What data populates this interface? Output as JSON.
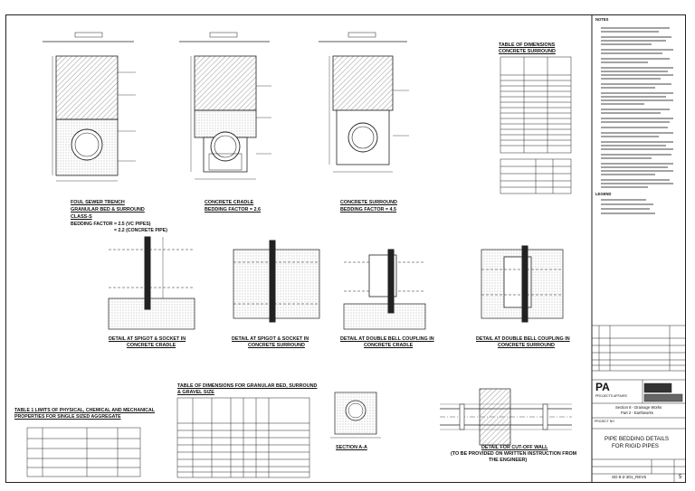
{
  "drawing": {
    "sections": [
      {
        "title": "FOUL SEWER TRENCH",
        "sub1": "GRANULAR BED & SURROUND",
        "sub2": "CLASS-S",
        "factor_label": "BEDDING FACTOR",
        "factor_values": [
          "= 2.5 (VC PIPES)",
          "= 2.2 (CONCRETE PIPE)"
        ]
      },
      {
        "title": "CONCRETE CRADLE",
        "sub1": "BEDDING FACTOR = 2.6"
      },
      {
        "title": "CONCRETE SURROUND",
        "sub1": "BEDDING FACTOR = 4.5"
      }
    ],
    "details": [
      {
        "line1": "DETAIL AT SPIGOT & SOCKET IN",
        "line2": "CONCRETE CRADLE"
      },
      {
        "line1": "DETAIL AT SPIGOT & SOCKET IN",
        "line2": "CONCRETE SURROUND"
      },
      {
        "line1": "DETAIL AT DOUBLE BELL COUPLING IN",
        "line2": "CONCRETE CRADLE"
      },
      {
        "line1": "DETAIL AT DOUBLE BELL COUPLING IN",
        "line2": "CONCRETE SURROUND"
      }
    ],
    "section_aa": "SECTION A-A",
    "cutoff": {
      "line1": "DETAIL FOR CUT-OFF WALL",
      "line2": "(TO BE PROVIDED ON WRITTEN INSTRUCTION FROM",
      "line3": "THE ENGINEER)"
    },
    "table_concrete": {
      "title1": "TABLE OF DIMENSIONS",
      "title2": "CONCRETE SURROUND"
    },
    "table_granular": {
      "title1": "TABLE OF DIMENSIONS FOR GRANULAR BED, SURROUND",
      "title2": "& GRAVEL SIZE"
    },
    "table_limits": {
      "title1": "TABLE 1 LIMITS OF PHYSICAL, CHEMICAL AND MECHANICAL",
      "title2": "PROPERTIES FOR SINGLE SIZED AGGREGATE"
    },
    "notes_header": "NOTES",
    "legend_header": "LEGEND"
  },
  "title_block": {
    "org_lines": [
      "PA",
      "PROJECTS AFFAIRS"
    ],
    "section_lines": [
      "Section 8 - Drainage Works",
      "Part 2 - Earthworks"
    ],
    "project_label": "PROJECT NO",
    "drawing_title_lines": [
      "PIPE BEDDING DETAILS",
      "FOR RIGID PIPES"
    ],
    "drawing_number": "SD 8-2-301_REV5",
    "sheet": "5"
  }
}
